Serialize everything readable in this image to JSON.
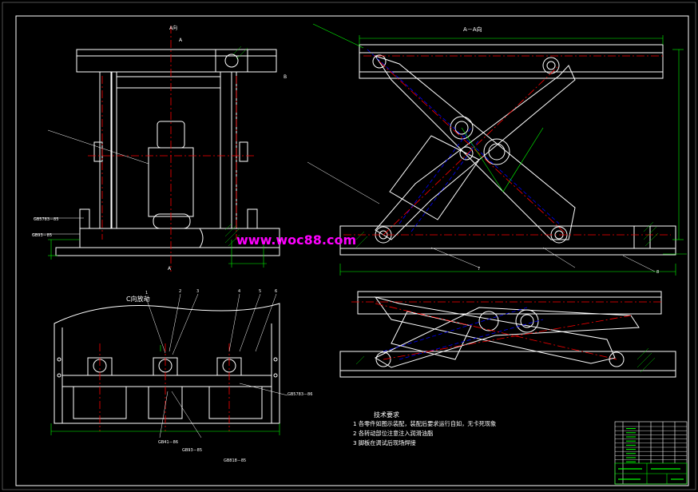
{
  "view_labels": {
    "a_direction": "A向",
    "a_a_view": "A－A向",
    "c_direction": "C向放动",
    "section_mark_b": "B",
    "section_mark_a_top": "A",
    "section_mark_a_bottom": "A"
  },
  "callouts": {
    "gb_fastener_1": "GB5783－85",
    "gb_fastener_2": "GB93－85",
    "gb_fastener_3": "GB41－86",
    "gb_fastener_4": "GB93－85",
    "gb_fastener_5": "GB5783－86",
    "gb_fastener_6": "GB818－85"
  },
  "part_numbers": [
    "1",
    "2",
    "3",
    "4",
    "5",
    "6",
    "7",
    "8"
  ],
  "watermark": "www.woc88.com",
  "tech_requirements": {
    "heading": "技术要求",
    "items": [
      "1  各零件如图示装配，装配后要求运行自如，无卡死现象",
      "2  各转动部位注意注入润滑油脂",
      "3  脚板在调试后现场焊接"
    ]
  },
  "colors": {
    "background": "#000000",
    "outline": "#ffffff",
    "centerline": "#ff0000",
    "dimension": "#00ff00",
    "hidden": "#0000ff",
    "hatch": "#00cc00",
    "callout": "#ffffff",
    "watermark": "#ff00ff"
  }
}
